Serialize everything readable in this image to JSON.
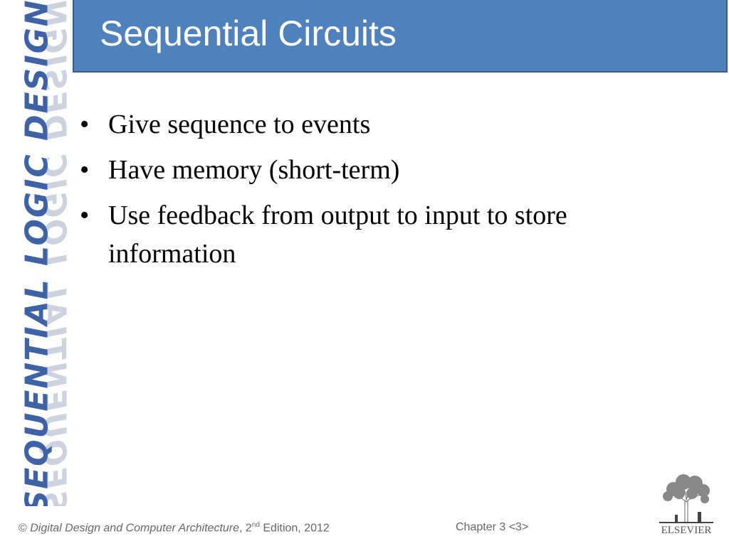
{
  "sidebar": {
    "title": "SEQUENTIAL LOGIC DESIGN"
  },
  "header": {
    "title": "Sequential Circuits"
  },
  "bullets": [
    "Give sequence to events",
    "Have memory (short-term)",
    "Use feedback from output to input to store information"
  ],
  "footer": {
    "copyright_symbol": "©",
    "book_title": "Digital Design and Computer Architecture",
    "edition_pre": ", 2",
    "edition_sup": "nd",
    "edition_post": " Edition, 2012",
    "chapter": "Chapter 3 <3>"
  },
  "logo": {
    "publisher": "ELSEVIER"
  },
  "colors": {
    "header_bg": "#4f81bd",
    "sidebar_text": "#3d62a6"
  }
}
